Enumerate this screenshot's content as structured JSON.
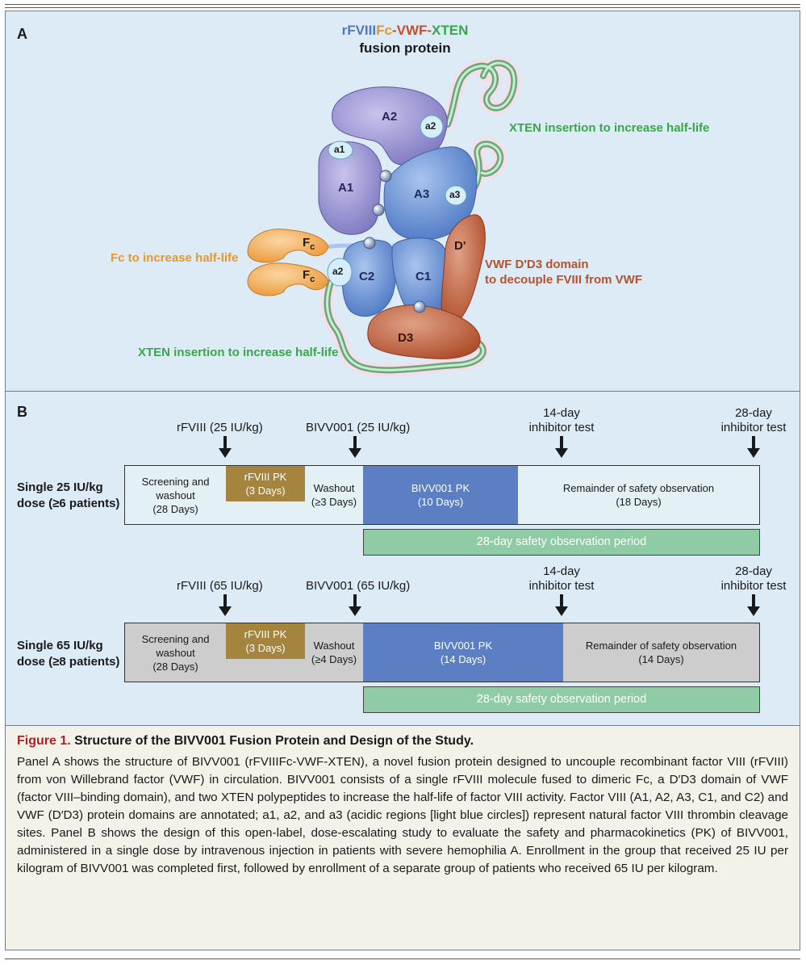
{
  "panel_a": {
    "letter": "A",
    "title_parts": [
      {
        "text": "rFVIII",
        "color": "#4f78c0"
      },
      {
        "text": "Fc",
        "color": "#e8962e"
      },
      {
        "text": "-VWF-",
        "color": "#c0502f"
      },
      {
        "text": "XTEN",
        "color": "#3aa64a"
      }
    ],
    "subtitle": "fusion protein",
    "domains": {
      "A1": "A1",
      "A2": "A2",
      "A3": "A3",
      "C1": "C1",
      "C2": "C2",
      "D_prime": "D'",
      "D3": "D3",
      "a1": "a1",
      "a2_top": "a2",
      "a2_bottom": "a2",
      "a3": "a3",
      "Fc_main": "F",
      "Fc_sub": "c"
    },
    "labels": {
      "xten_top": "XTEN insertion to increase half-life",
      "fc": "Fc to increase half-life",
      "vwf_line1": "VWF D'D3 domain",
      "vwf_line2": "to decouple FVIII from VWF",
      "xten_bottom": "XTEN insertion to increase half-life"
    },
    "colors": {
      "xten": "#3aa64a",
      "fc": "#e8962e",
      "vwf": "#b2532f",
      "fviii_a": "#8a85c9",
      "fviii_b": "#5f86c8"
    }
  },
  "panel_b": {
    "letter": "B",
    "rows": [
      {
        "label_line1": "Single 25 IU/kg",
        "label_line2": "dose (≥6 patients)",
        "rfviii_marker": "rFVIII (25 IU/kg)",
        "bivv_marker": "BIVV001 (25 IU/kg)",
        "inhibitor14_line1": "14-day",
        "inhibitor14_line2": "inhibitor test",
        "inhibitor28_line1": "28-day",
        "inhibitor28_line2": "inhibitor test",
        "screening_line1": "Screening and",
        "screening_line2": "washout",
        "screening_line3": "(28 Days)",
        "rfviii_pk_line1": "rFVIII PK",
        "rfviii_pk_line2": "(3 Days)",
        "washout_line1": "Washout",
        "washout_line2": "(≥3 Days)",
        "bivv_pk_line1": "BIVV001 PK",
        "bivv_pk_line2": "(10 Days)",
        "remainder_line1": "Remainder of safety observation",
        "remainder_line2": "(18 Days)",
        "safety_period": "28-day safety observation period"
      },
      {
        "label_line1": "Single 65 IU/kg",
        "label_line2": "dose (≥8 patients)",
        "rfviii_marker": "rFVIII (65 IU/kg)",
        "bivv_marker": "BIVV001 (65 IU/kg)",
        "inhibitor14_line1": "14-day",
        "inhibitor14_line2": "inhibitor test",
        "inhibitor28_line1": "28-day",
        "inhibitor28_line2": "inhibitor test",
        "screening_line1": "Screening and",
        "screening_line2": "washout",
        "screening_line3": "(28 Days)",
        "rfviii_pk_line1": "rFVIII PK",
        "rfviii_pk_line2": "(3 Days)",
        "washout_line1": "Washout",
        "washout_line2": "(≥4 Days)",
        "bivv_pk_line1": "BIVV001 PK",
        "bivv_pk_line2": "(14 Days)",
        "remainder_line1": "Remainder of safety observation",
        "remainder_line2": "(14 Days)",
        "safety_period": "28-day safety observation period"
      }
    ],
    "colors": {
      "rfviii_pk": "#a5843d",
      "bivv_pk": "#5b7fc2",
      "safety_period": "#8fcba5",
      "row1_light": "#e3f1f7",
      "row2_gray": "#cdcdcd"
    }
  },
  "caption": {
    "figure_label": "Figure 1.",
    "title": "Structure of the BIVV001 Fusion Protein and Design of the Study.",
    "body": "Panel A shows the structure of BIVV001 (rFVIIIFc-VWF-XTEN), a novel fusion protein designed to uncouple recombinant factor VIII (rFVIII) from von Willebrand factor (VWF) in circulation. BIVV001 consists of a single rFVIII molecule fused to dimeric Fc, a D′D3 domain of VWF (factor VIII–binding domain), and two XTEN polypeptides to increase the half-life of factor VIII activity. Factor VIII (A1, A2, A3, C1, and C2) and VWF (D′D3) protein domains are annotated; a1, a2, and a3 (acidic regions [light blue circles]) represent natural factor VIII thrombin cleavage sites. Panel B shows the design of this open-label, dose-escalating study to evaluate the safety and pharmacokinetics (PK) of BIVV001, administered in a single dose by intravenous injection in patients with severe hemophilia A. Enrollment in the group that received 25 IU per kilogram of BIVV001 was completed first, followed by enrollment of a separate group of patients who received 65 IU per kilogram."
  }
}
